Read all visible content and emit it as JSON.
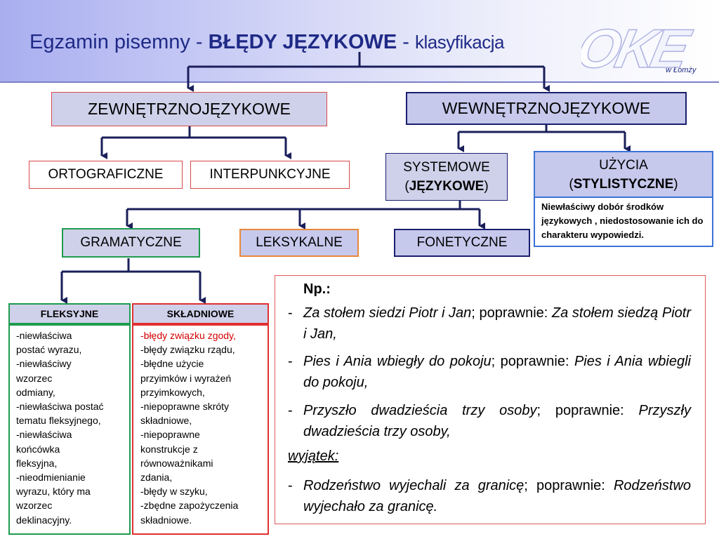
{
  "title": {
    "prefix": "Egzamin pisemny - ",
    "bold": "BŁĘDY JĘZYKOWE",
    "sep": " - ",
    "suffix": "klasyfikacja"
  },
  "logo": {
    "text": "OKE",
    "sub": "w Łomży"
  },
  "nodes": {
    "zewnetrzno": "ZEWNĘTRZNOJĘZYKOWE",
    "wewnetrzno": "WEWNĘTRZNOJĘZYKOWE",
    "ortograficzne": "ORTOGRAFICZNE",
    "interpunkcyjne": "INTERPUNKCYJNE",
    "systemowe_line1": "SYSTEMOWE",
    "systemowe_open": "(",
    "systemowe_bold": "JĘZYKOWE",
    "systemowe_close": ")",
    "uzycia_line1": "UŻYCIA",
    "uzycia_open": "(",
    "uzycia_bold": "STYLISTYCZNE",
    "uzycia_close": ")",
    "uzycia_desc": "Niewłaściwy dobór środków językowych , niedostosowanie ich do charakteru wypowiedzi.",
    "gramatyczne": "GRAMATYCZNE",
    "leksykalne": "LEKSYKALNE",
    "fonetyczne": "FONETYCZNE",
    "fleksyjne": "FLEKSYJNE",
    "skladniowe": "SKŁADNIOWE"
  },
  "fleksyjne_items": [
    "-niewłaściwa",
    "postać wyrazu,",
    "-niewłaściwy",
    "wzorzec",
    "odmiany,",
    "-niewłaściwa postać",
    "tematu fleksyjnego,",
    "-niewłaściwa",
    "końcówka",
    "fleksyjna,",
    "-nieodmienianie",
    "wyrazu, który ma",
    "wzorzec",
    "deklinacyjny."
  ],
  "skladniowe_items": [
    "-błędy związku zgody,",
    "-błędy związku rządu,",
    "-błędne użycie",
    "przyimków i wyrażeń",
    "przyimkowych,",
    "-niepoprawne skróty",
    "składniowe,",
    "-niepoprawne",
    "konstrukcje z",
    "równoważnikami",
    "zdania,",
    "-błędy w szyku,",
    "-zbędne zapożyczenia",
    "składniowe."
  ],
  "colors": {
    "title": "#1f2a86",
    "connector": "#1a1f5a",
    "border_red": "#d94a4a",
    "border_green": "#1f9b4f",
    "border_orange": "#e8883a",
    "border_navy": "#1a1f6e",
    "border_blue": "#3a73d8",
    "panel_red_item": "#d40000"
  },
  "examples": {
    "np": "Np.:",
    "ex1_wrong": "Za stołem siedzi Piotr i Jan",
    "ex1_sep": "; poprawnie: ",
    "ex1_right": "Za stołem siedzą Piotr i Jan,",
    "ex2_wrong": "Pies i Ania wbiegły do pokoju",
    "ex2_sep": "; poprawnie: ",
    "ex2_right": "Pies i Ania wbiegli do pokoju,",
    "ex3_wrong": "Przyszło dwadzieścia trzy osoby",
    "ex3_sep": "; poprawnie: ",
    "ex3_right": "Przyszły dwadzieścia trzy osoby,",
    "exception": "wyjątek:",
    "ex4_wrong": "Rodzeństwo wyjechali za granicę",
    "ex4_sep": "; poprawnie: ",
    "ex4_right": "Rodzeństwo wyjechało za granicę.",
    "dash": "-"
  }
}
